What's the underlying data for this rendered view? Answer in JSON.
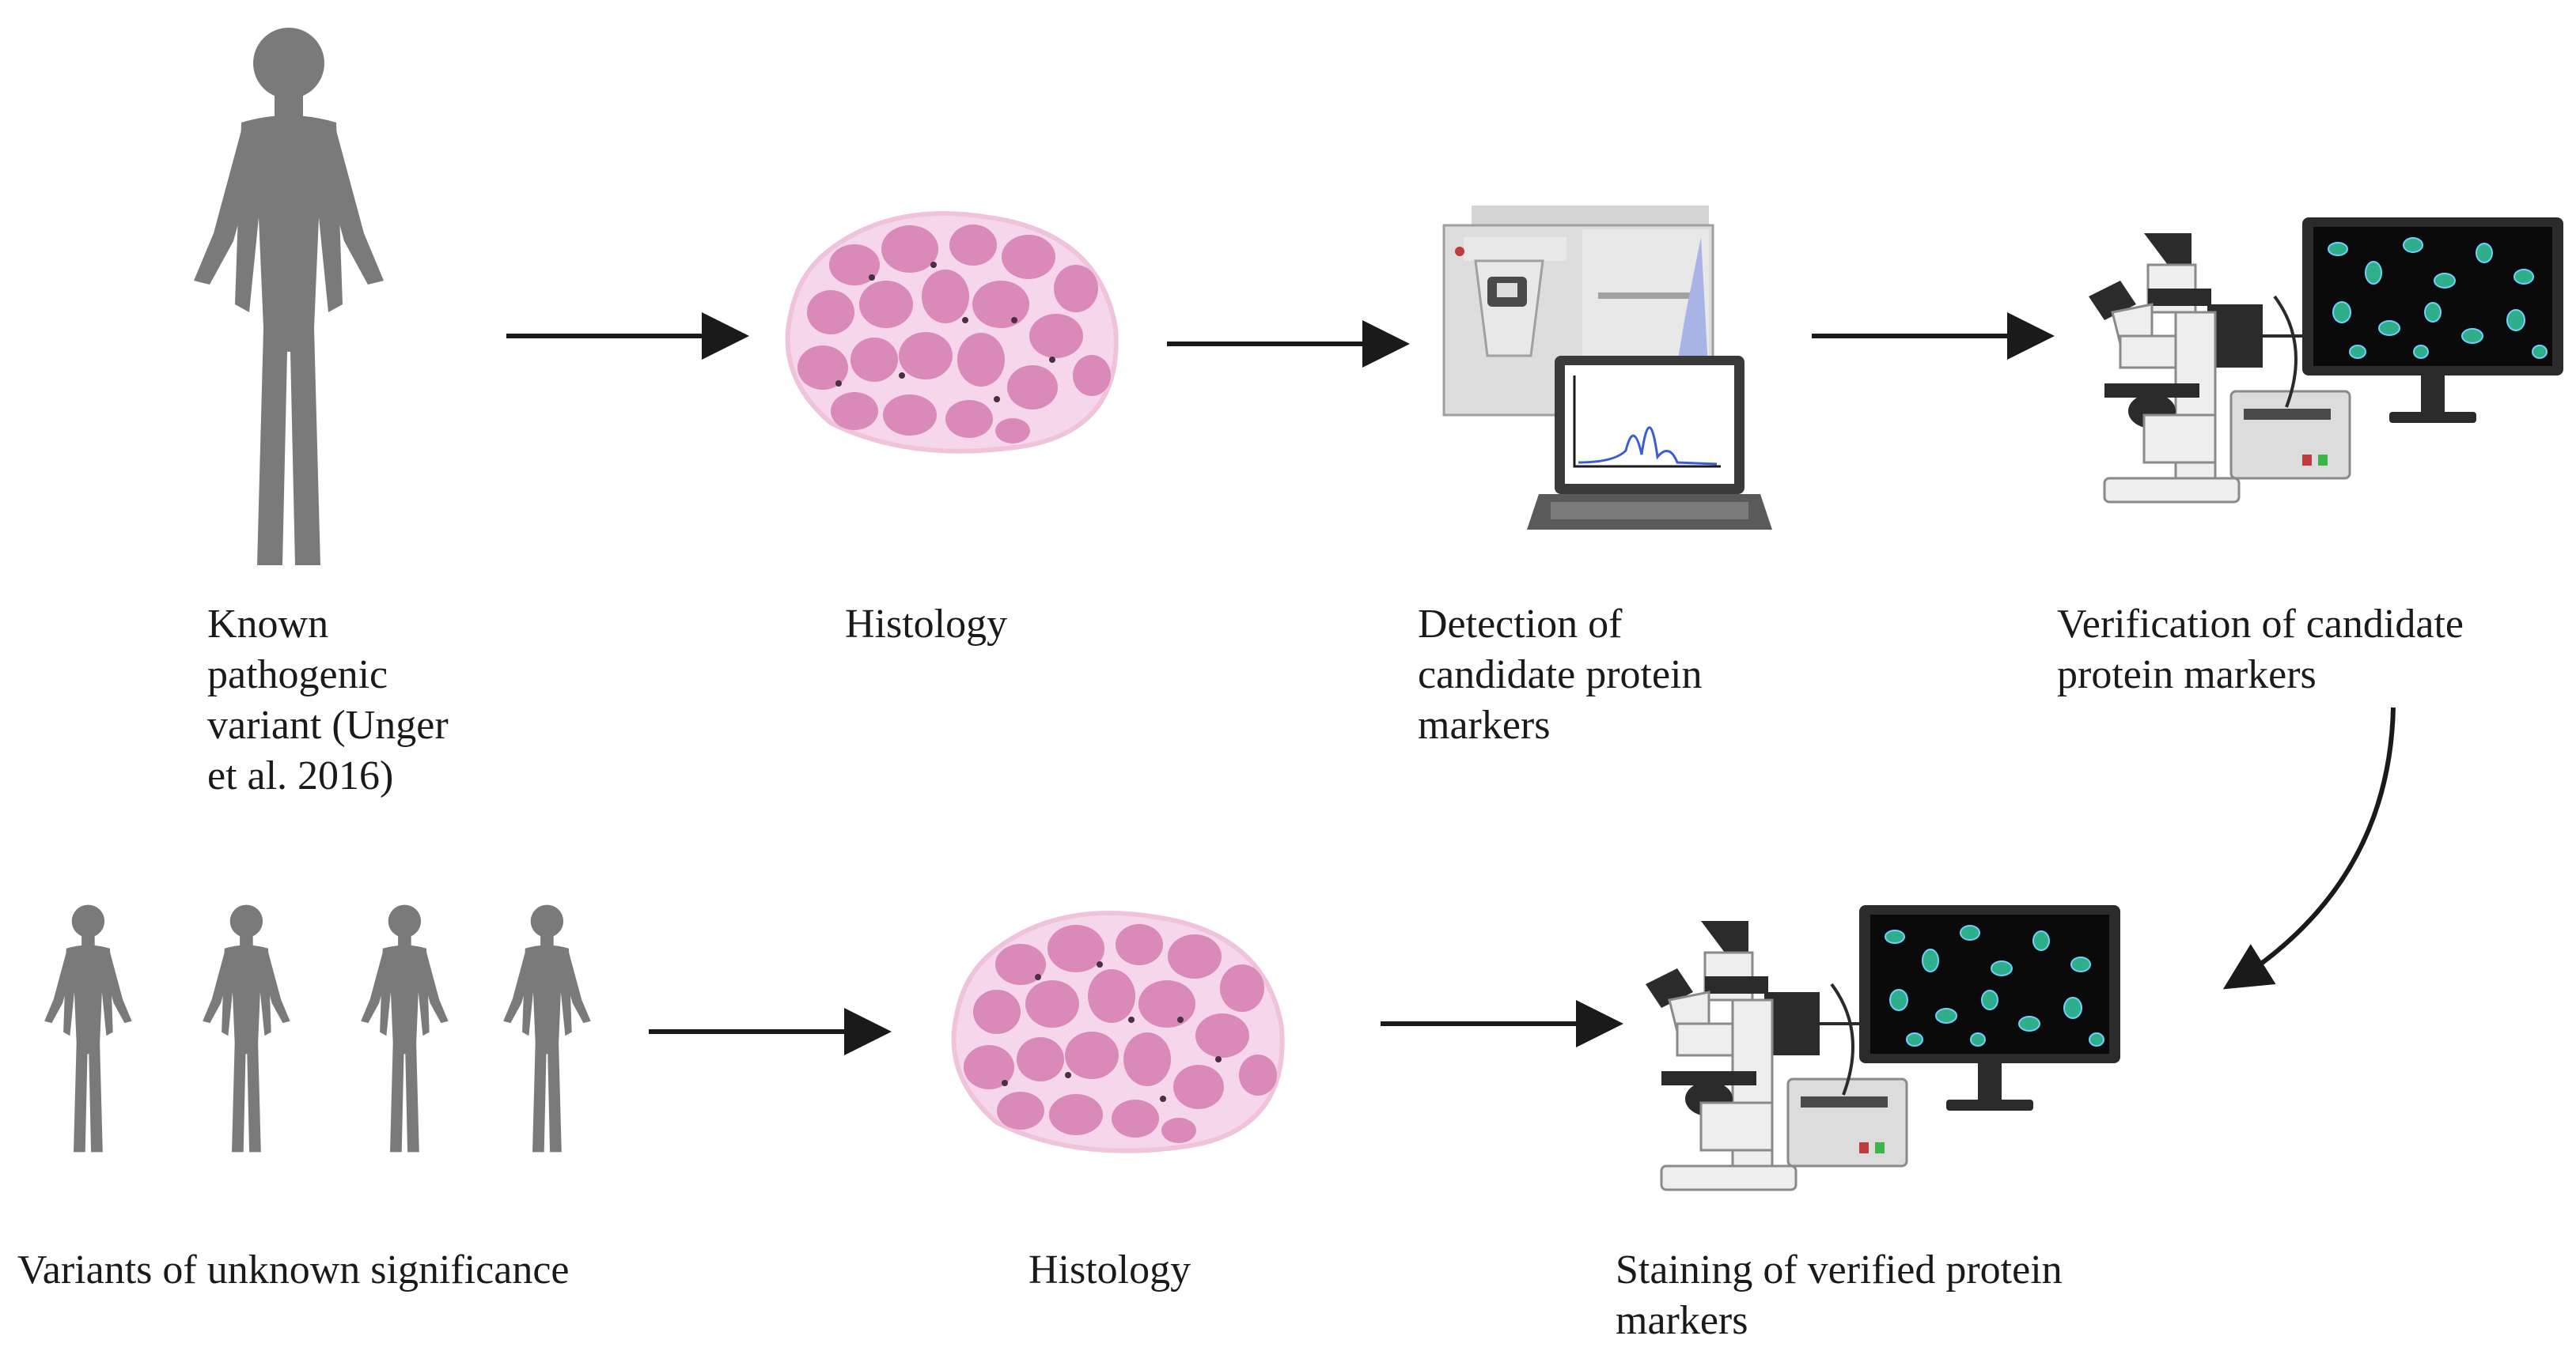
{
  "labels": {
    "known_variant": [
      "Known",
      "pathogenic",
      "variant (Unger",
      "et al. 2016)"
    ],
    "histology_top": "Histology",
    "detection": [
      "Detection of",
      "candidate protein",
      "markers"
    ],
    "verification": [
      "Verification of candidate",
      "protein markers"
    ],
    "vus": "Variants of unknown significance",
    "histology_bottom": "Histology",
    "staining": [
      "Staining of verified protein",
      "markers"
    ]
  },
  "colors": {
    "silhouette": "#7a7a7a",
    "arrow": "#1a1a1a",
    "tissue_fill": "#f6d6ea",
    "cell": "#d98ab8",
    "instrument": "#d9d9d9",
    "screen": "#0a0a0a",
    "fluorescent_cell": "#2fae8a"
  }
}
